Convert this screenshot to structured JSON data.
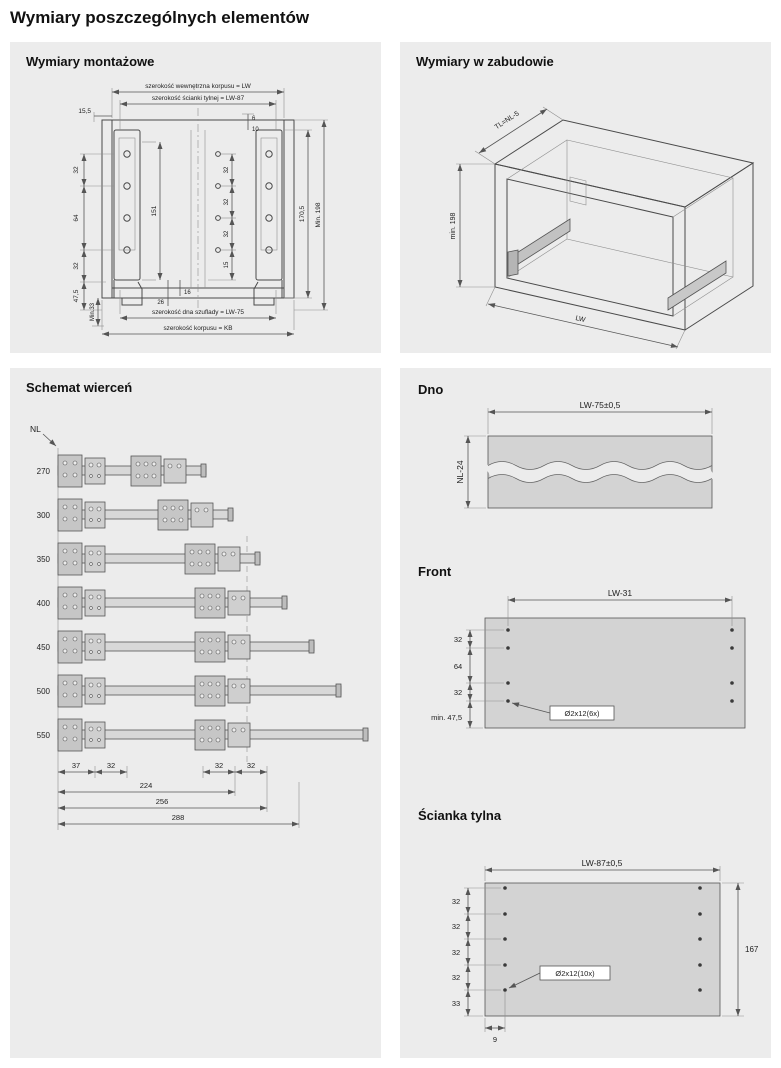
{
  "colors": {
    "panel_bg": "#ececec",
    "line": "#4a4a4a",
    "dim": "#555555",
    "part_fill": "#d3d3d3"
  },
  "page": {
    "title": "Wymiary poszczególnych elementów"
  },
  "montaz": {
    "title": "Wymiary montażowe",
    "label_lw": "szerokość wewnętrzna korpusu = LW",
    "label_lw87": "szerokość ścianki tylnej = LW-87",
    "label_lw75": "szerokość dna szuflady = LW-75",
    "label_kb": "szerokość korpusu = KB",
    "dims": {
      "d155": "15,5",
      "d32a": "32",
      "d64": "64",
      "d32b": "32",
      "d475": "47,5",
      "min33": "Min.33",
      "d151": "151",
      "d32c": "32",
      "d32d": "32",
      "d32e": "32",
      "d15": "15",
      "d16": "16",
      "d26": "26",
      "d6": "6",
      "d10": "10",
      "d1705": "170,5",
      "min198": "Min. 198"
    }
  },
  "zabudowa": {
    "title": "Wymiary w zabudowie",
    "dim_tl": "TL=NL-5",
    "dim_min198": "min. 198",
    "dim_lw": "LW"
  },
  "schemat": {
    "title": "Schemat wierceń",
    "axis": "NL",
    "rows": [
      "270",
      "300",
      "350",
      "400",
      "450",
      "500",
      "550"
    ],
    "dims": {
      "d37": "37",
      "d32a": "32",
      "d32b": "32",
      "d32c": "32",
      "d224": "224",
      "d256": "256",
      "d288": "288"
    }
  },
  "dno": {
    "title": "Dno",
    "dim_top": "LW-75±0,5",
    "dim_left": "NL-24"
  },
  "front": {
    "title": "Front",
    "dim_top": "LW-31",
    "d32a": "32",
    "d64": "64",
    "d32b": "32",
    "min475": "min. 47,5",
    "callout": "Ø2x12(6x)"
  },
  "scianka": {
    "title": "Ścianka tylna",
    "dim_top": "LW-87±0,5",
    "d32a": "32",
    "d32b": "32",
    "d32c": "32",
    "d32d": "32",
    "d33": "33",
    "d167": "167",
    "d9": "9",
    "callout": "Ø2x12(10x)"
  }
}
